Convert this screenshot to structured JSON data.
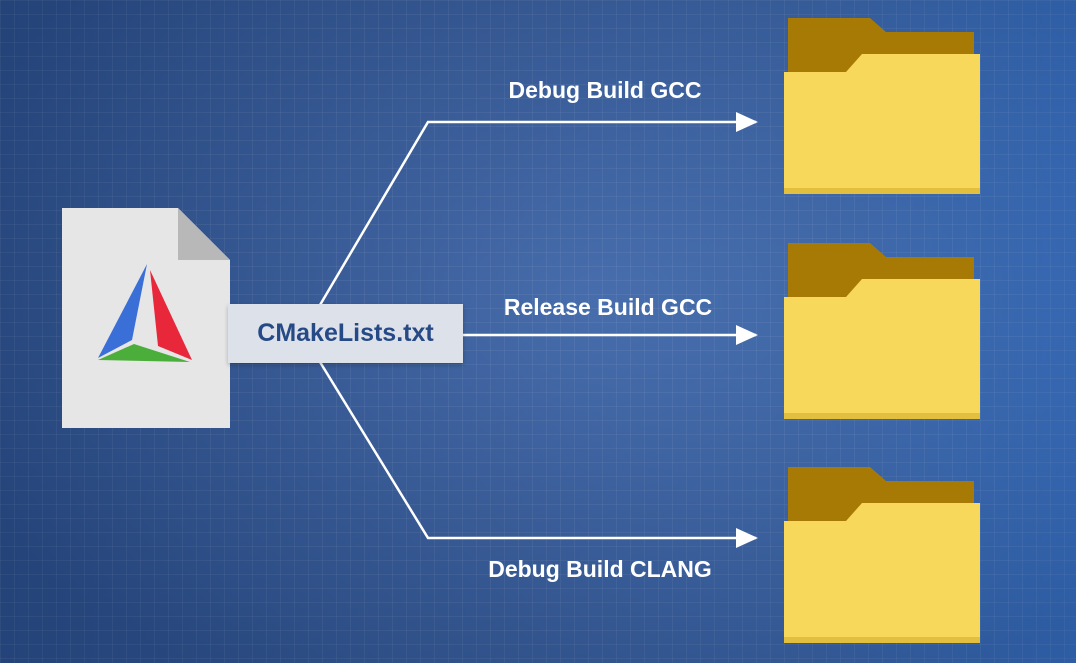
{
  "source_file": {
    "filename": "CMakeLists.txt",
    "icon": "cmake-logo-icon"
  },
  "builds": [
    {
      "label": "Debug Build GCC",
      "icon": "folder-icon"
    },
    {
      "label": "Release Build GCC",
      "icon": "folder-icon"
    },
    {
      "label": "Debug Build CLANG",
      "icon": "folder-icon"
    }
  ],
  "colors": {
    "background": "#3461a8",
    "arrow": "#ffffff",
    "filename_text": "#264a86",
    "folder_front": "#f7d85a",
    "folder_tab": "#a77a06",
    "cmake_blue": "#3b6fd8",
    "cmake_red": "#e8283a",
    "cmake_green": "#4cae3a"
  }
}
